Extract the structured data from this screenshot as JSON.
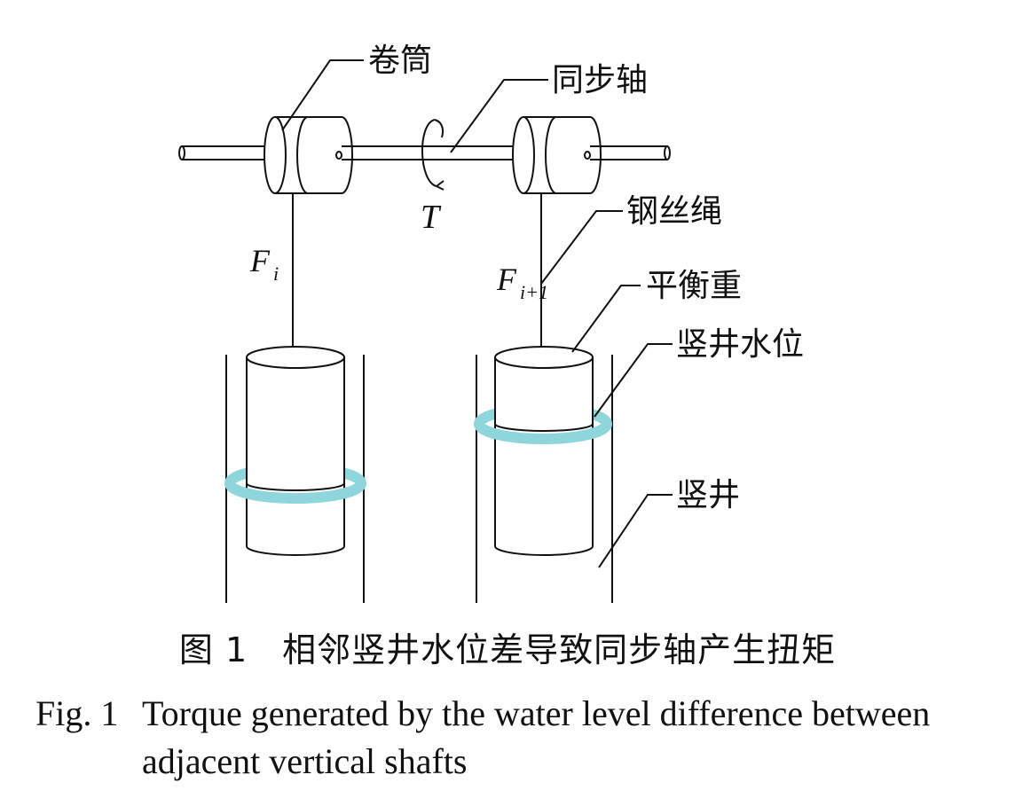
{
  "labels": {
    "drum": "卷筒",
    "sync_shaft": "同步轴",
    "wire_rope": "钢丝绳",
    "counterweight": "平衡重",
    "shaft_water_level": "竖井水位",
    "vertical_shaft": "竖井",
    "torque": "T",
    "force_left": "F",
    "force_left_sub": "i",
    "force_right": "F",
    "force_right_sub": "i+1"
  },
  "caption": {
    "zh": "图 1　相邻竖井水位差导致同步轴产生扭矩",
    "en_number": "Fig. 1",
    "en_line1": "Torque generated by the water level difference between",
    "en_line2": "adjacent vertical shafts"
  },
  "colors": {
    "water": "#8ed6dc",
    "line": "#111111"
  }
}
